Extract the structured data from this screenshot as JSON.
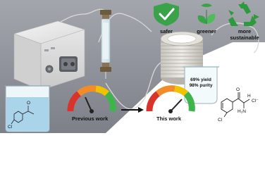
{
  "badges": {
    "safer": "safer",
    "greener": "greener",
    "sustainable_line1": "more",
    "sustainable_line2": "sustainable"
  },
  "gauges": {
    "previous": "Previous work",
    "current": "This work"
  },
  "flask": {
    "yield": "69% yield",
    "purity": "98% purity"
  },
  "molecule": {
    "amine": "H₂N",
    "counter_ion": "Cl⁻",
    "counter_h": "H",
    "left_ring_cl": "Cl",
    "product_cl": "Cl",
    "ketone_o": "O",
    "left_o": "O"
  },
  "colors": {
    "background_gray": "#8c8f96",
    "shield_green": "#3aa34a",
    "recycle_green": "#2e9a3e",
    "gauge_green": "#3db54a",
    "gauge_yellow": "#f2c200",
    "gauge_red": "#d9342b"
  },
  "icons": [
    "shield-check-icon",
    "leaf-flask-icon",
    "recycle-icon"
  ]
}
